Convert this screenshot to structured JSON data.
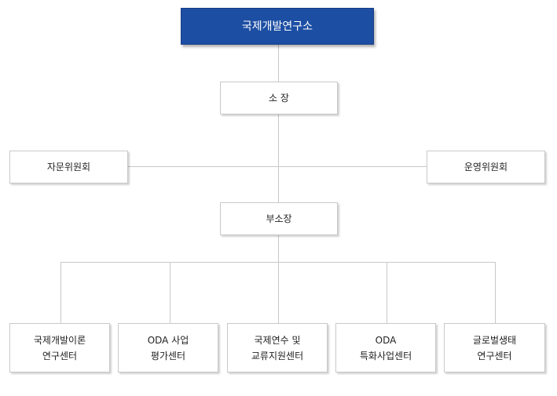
{
  "top": {
    "label": "국제개발연구소",
    "color": "#1c4ea3"
  },
  "director": {
    "label": "소 장"
  },
  "advisory_committee": {
    "label": "자문위원회"
  },
  "steering_committee": {
    "label": "운영위원회"
  },
  "deputy_director": {
    "label": "부소장"
  },
  "centers": [
    {
      "line1": "국제개발이론",
      "line2": "연구센터"
    },
    {
      "line1": "ODA 사업",
      "line2": "평가센터"
    },
    {
      "line1": "국제연수 및",
      "line2": "교류지원센터"
    },
    {
      "line1": "ODA",
      "line2": "특화사업센터"
    },
    {
      "line1": "글로벌생태",
      "line2": "연구센터"
    }
  ]
}
